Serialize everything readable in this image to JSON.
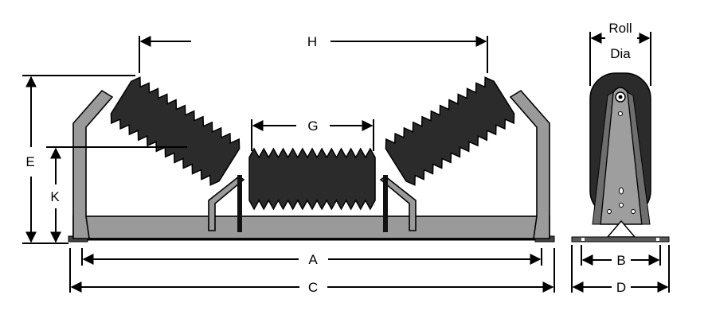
{
  "colors": {
    "roll": "#2b2b2b",
    "frame": "#9a9a9a",
    "line": "#000000",
    "background": "#ffffff"
  },
  "labels": {
    "H": "H",
    "G": "G",
    "E": "E",
    "K": "K",
    "A": "A",
    "C": "C",
    "roll": "Roll",
    "dia": "Dia",
    "B": "B",
    "D": "D"
  }
}
